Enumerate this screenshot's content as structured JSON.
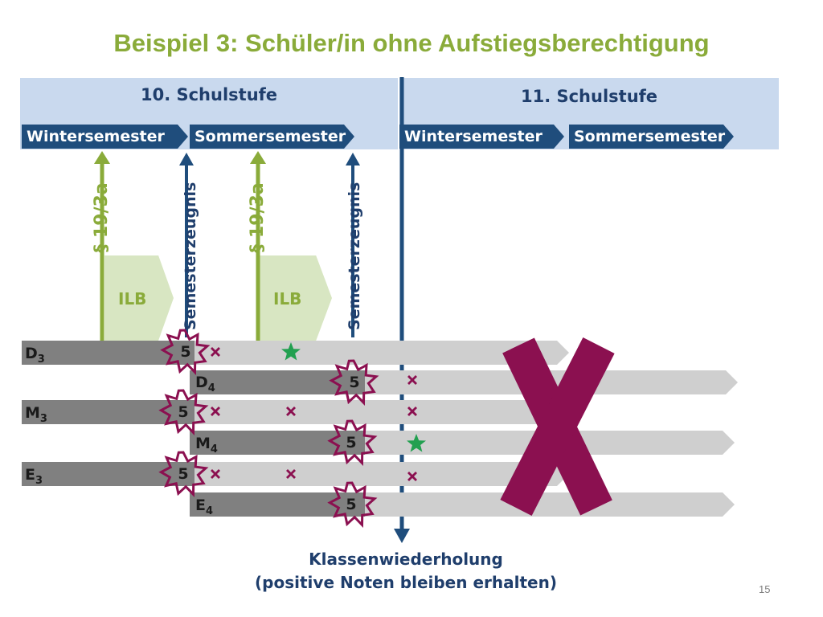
{
  "title": "Beispiel 3: Schüler/in ohne Aufstiegsberechtigung",
  "stages": [
    {
      "label": "10. Schulstufe",
      "semesters": [
        "Wintersemester",
        "Sommersemester"
      ]
    },
    {
      "label": "11. Schulstufe",
      "semesters": [
        "Wintersemester",
        "Sommersemester"
      ]
    }
  ],
  "markers": {
    "paragraph_label": "§ 19/3a",
    "report_label": "Semesterzeugnis",
    "ilb_label": "ILB"
  },
  "subjects": [
    {
      "letter": "D",
      "index": "3",
      "grade": "5"
    },
    {
      "letter": "D",
      "index": "4",
      "grade": "5"
    },
    {
      "letter": "M",
      "index": "3",
      "grade": "5"
    },
    {
      "letter": "M",
      "index": "4",
      "grade": "5"
    },
    {
      "letter": "E",
      "index": "3",
      "grade": "5"
    },
    {
      "letter": "E",
      "index": "4",
      "grade": "5"
    }
  ],
  "footer": {
    "line1": "Klassenwiederholung",
    "line2": "(positive Noten bleiben erhalten)"
  },
  "page_number": "15",
  "colors": {
    "title_green": "#8aab3a",
    "navy": "#1f4d7c",
    "header_band": "#c9d9ee",
    "ilb_fill": "#d8e6c2",
    "bar_dark": "#808080",
    "bar_light": "#cfcfcf",
    "cross_purple": "#8b1050",
    "star_green": "#22a050"
  }
}
